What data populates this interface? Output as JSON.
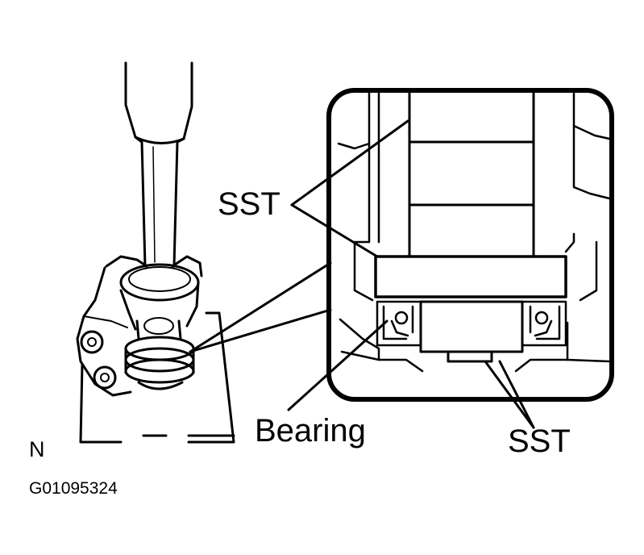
{
  "labels": {
    "sst_top": "SST",
    "bearing": "Bearing",
    "sst_bottom": "SST",
    "view_letter": "N",
    "figure_code": "G01095324"
  }
}
